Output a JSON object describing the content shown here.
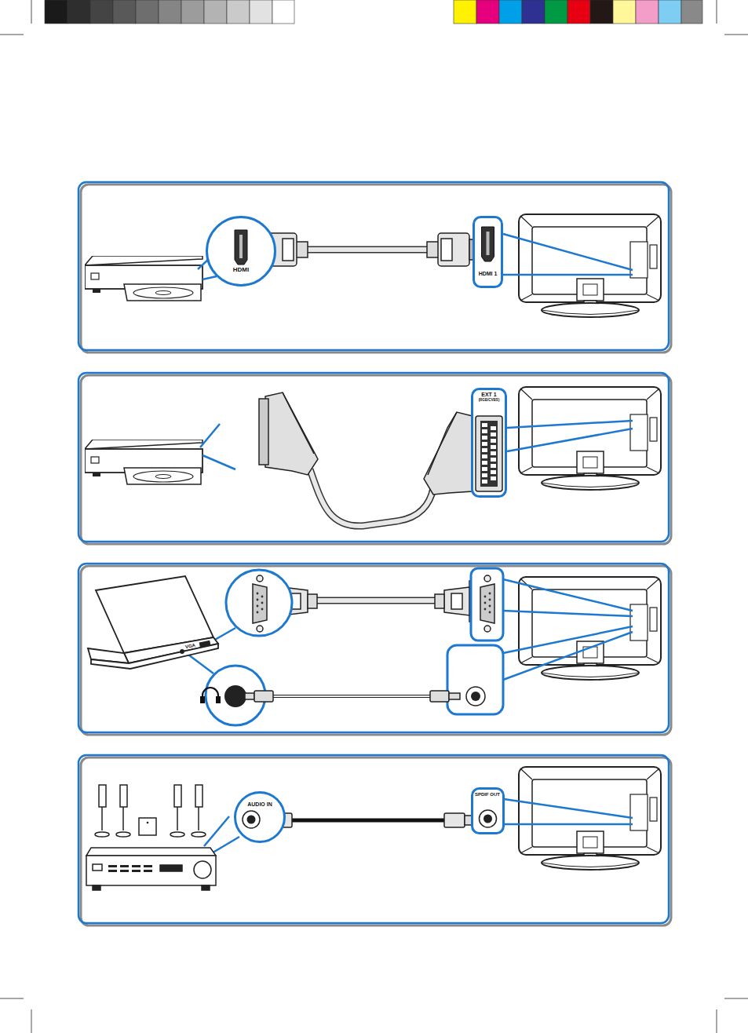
{
  "diagram": {
    "nodes": [
      {
        "text": [
          "HDMI"
        ]
      },
      {
        "text": [
          "HDMI 1"
        ]
      },
      {
        "text": [
          "EXT 1",
          "(RGB/CVBS)"
        ]
      },
      {
        "text": [
          "AUDIO IN"
        ]
      },
      {
        "text": [
          "SPDIF OUT"
        ]
      }
    ],
    "edges": [
      {
        "from": 0,
        "to": 1,
        "arrow": "none"
      },
      {
        "from": 3,
        "to": 4,
        "arrow": "none"
      }
    ],
    "labels": [
      "VGA"
    ]
  }
}
